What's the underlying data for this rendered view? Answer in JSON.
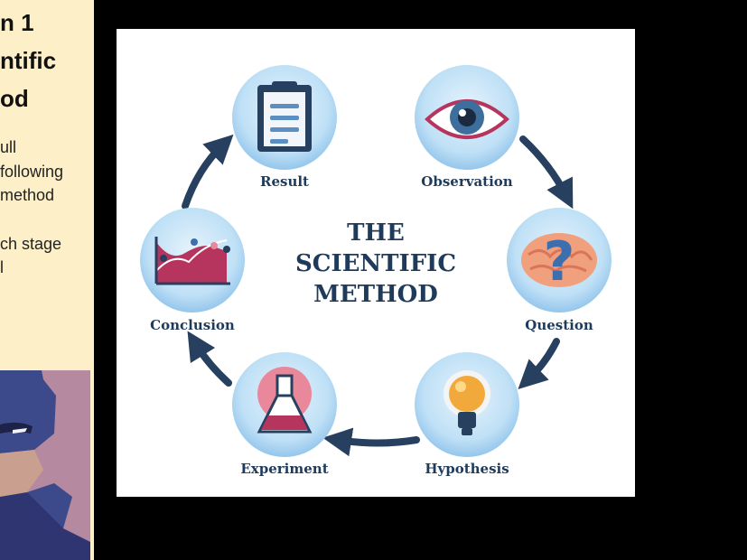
{
  "side_panel": {
    "title_lines": [
      "n 1",
      "ntific",
      "od"
    ],
    "body_lines": [
      "ull",
      "following",
      "method",
      "",
      "ch stage",
      "l"
    ]
  },
  "diagram": {
    "title_lines": [
      "THE",
      "SCIENTIFIC",
      "METHOD"
    ],
    "stages": [
      {
        "label": "Result",
        "icon": "clipboard-icon"
      },
      {
        "label": "Observation",
        "icon": "eye-icon"
      },
      {
        "label": "Question",
        "icon": "brain-question-icon"
      },
      {
        "label": "Hypothesis",
        "icon": "lightbulb-icon"
      },
      {
        "label": "Experiment",
        "icon": "flask-icon"
      },
      {
        "label": "Conclusion",
        "icon": "chart-icon"
      }
    ],
    "colors": {
      "navy": "#27405f",
      "circle": "#a9d3f2",
      "crimson": "#b5355e",
      "accent_pink": "#e8889a"
    }
  }
}
